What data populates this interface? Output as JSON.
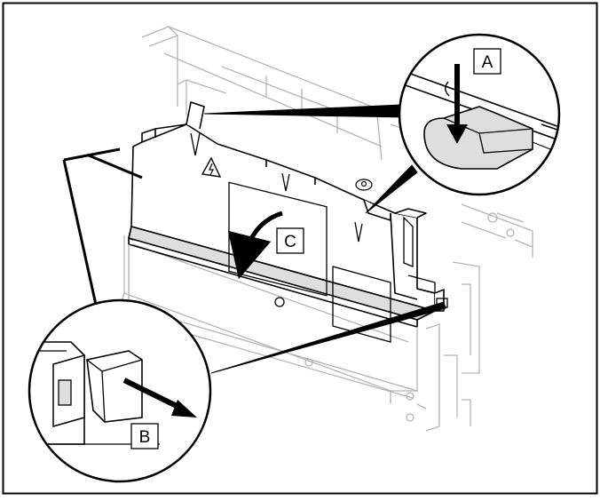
{
  "labels": {
    "a": "A",
    "b": "B",
    "c": "C"
  },
  "colors": {
    "outline": "#000000",
    "background_line": "#b4b4b4",
    "panel_fill": "#ffffff",
    "shadow_fill": "#dedede"
  },
  "icons": {
    "warning": "high-voltage-warning-icon",
    "latch": "latch-icon",
    "screw": "screw-icon"
  }
}
